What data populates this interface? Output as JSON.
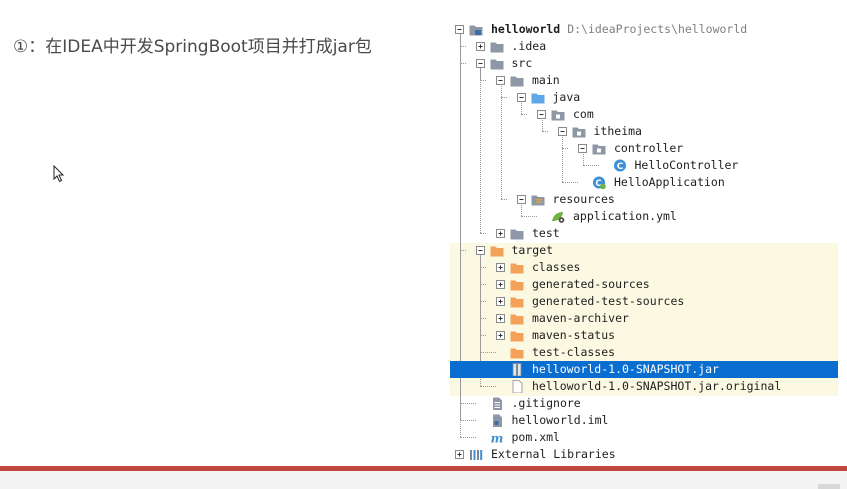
{
  "slide": {
    "title": "①：在IDEA中开发SpringBoot项目并打成jar包"
  },
  "project": {
    "name": "helloworld",
    "path": "D:\\ideaProjects\\helloworld"
  },
  "tree": [
    {
      "label": "helloworld",
      "path": "D:\\ideaProjects\\helloworld",
      "icon": "module-folder-icon",
      "depth": 0,
      "toggle": "minus",
      "bold": true
    },
    {
      "label": ".idea",
      "icon": "folder-icon",
      "depth": 1,
      "toggle": "plus"
    },
    {
      "label": "src",
      "icon": "folder-icon",
      "depth": 1,
      "toggle": "minus"
    },
    {
      "label": "main",
      "icon": "folder-icon",
      "depth": 2,
      "toggle": "minus"
    },
    {
      "label": "java",
      "icon": "source-folder-icon",
      "depth": 3,
      "toggle": "minus"
    },
    {
      "label": "com",
      "icon": "package-icon",
      "depth": 4,
      "toggle": "minus"
    },
    {
      "label": "itheima",
      "icon": "package-icon",
      "depth": 5,
      "toggle": "minus"
    },
    {
      "label": "controller",
      "icon": "package-icon",
      "depth": 6,
      "toggle": "minus"
    },
    {
      "label": "HelloController",
      "icon": "java-class-icon",
      "depth": 7,
      "toggle": "none"
    },
    {
      "label": "HelloApplication",
      "icon": "spring-boot-app-icon",
      "depth": 6,
      "toggle": "none"
    },
    {
      "label": "resources",
      "icon": "resources-folder-icon",
      "depth": 3,
      "toggle": "minus"
    },
    {
      "label": "application.yml",
      "icon": "spring-config-icon",
      "depth": 4,
      "toggle": "none"
    },
    {
      "label": "test",
      "icon": "folder-icon",
      "depth": 2,
      "toggle": "plus"
    },
    {
      "label": "target",
      "icon": "excluded-folder-icon",
      "depth": 1,
      "toggle": "minus"
    },
    {
      "label": "classes",
      "icon": "excluded-folder-icon",
      "depth": 2,
      "toggle": "plus"
    },
    {
      "label": "generated-sources",
      "icon": "excluded-folder-icon",
      "depth": 2,
      "toggle": "plus"
    },
    {
      "label": "generated-test-sources",
      "icon": "excluded-folder-icon",
      "depth": 2,
      "toggle": "plus"
    },
    {
      "label": "maven-archiver",
      "icon": "excluded-folder-icon",
      "depth": 2,
      "toggle": "plus"
    },
    {
      "label": "maven-status",
      "icon": "excluded-folder-icon",
      "depth": 2,
      "toggle": "plus"
    },
    {
      "label": "test-classes",
      "icon": "excluded-folder-icon",
      "depth": 2,
      "toggle": "none"
    },
    {
      "label": "helloworld-1.0-SNAPSHOT.jar",
      "icon": "jar-file-icon",
      "depth": 2,
      "toggle": "none",
      "selected": true
    },
    {
      "label": "helloworld-1.0-SNAPSHOT.jar.original",
      "icon": "file-icon",
      "depth": 2,
      "toggle": "none"
    },
    {
      "label": ".gitignore",
      "icon": "text-file-icon",
      "depth": 1,
      "toggle": "none"
    },
    {
      "label": "helloworld.iml",
      "icon": "iml-file-icon",
      "depth": 1,
      "toggle": "none"
    },
    {
      "label": "pom.xml",
      "icon": "maven-icon",
      "depth": 1,
      "toggle": "none"
    },
    {
      "label": "External Libraries",
      "icon": "libraries-icon",
      "depth": 0,
      "toggle": "plus"
    }
  ],
  "colors": {
    "selection": "#0a6ed1",
    "excluded_highlight": "#fcf9e3",
    "folder_gray": "#8d97a5",
    "folder_orange": "#f4a259",
    "source_blue": "#5ca8e6",
    "accent_bar": "#c0473b"
  }
}
